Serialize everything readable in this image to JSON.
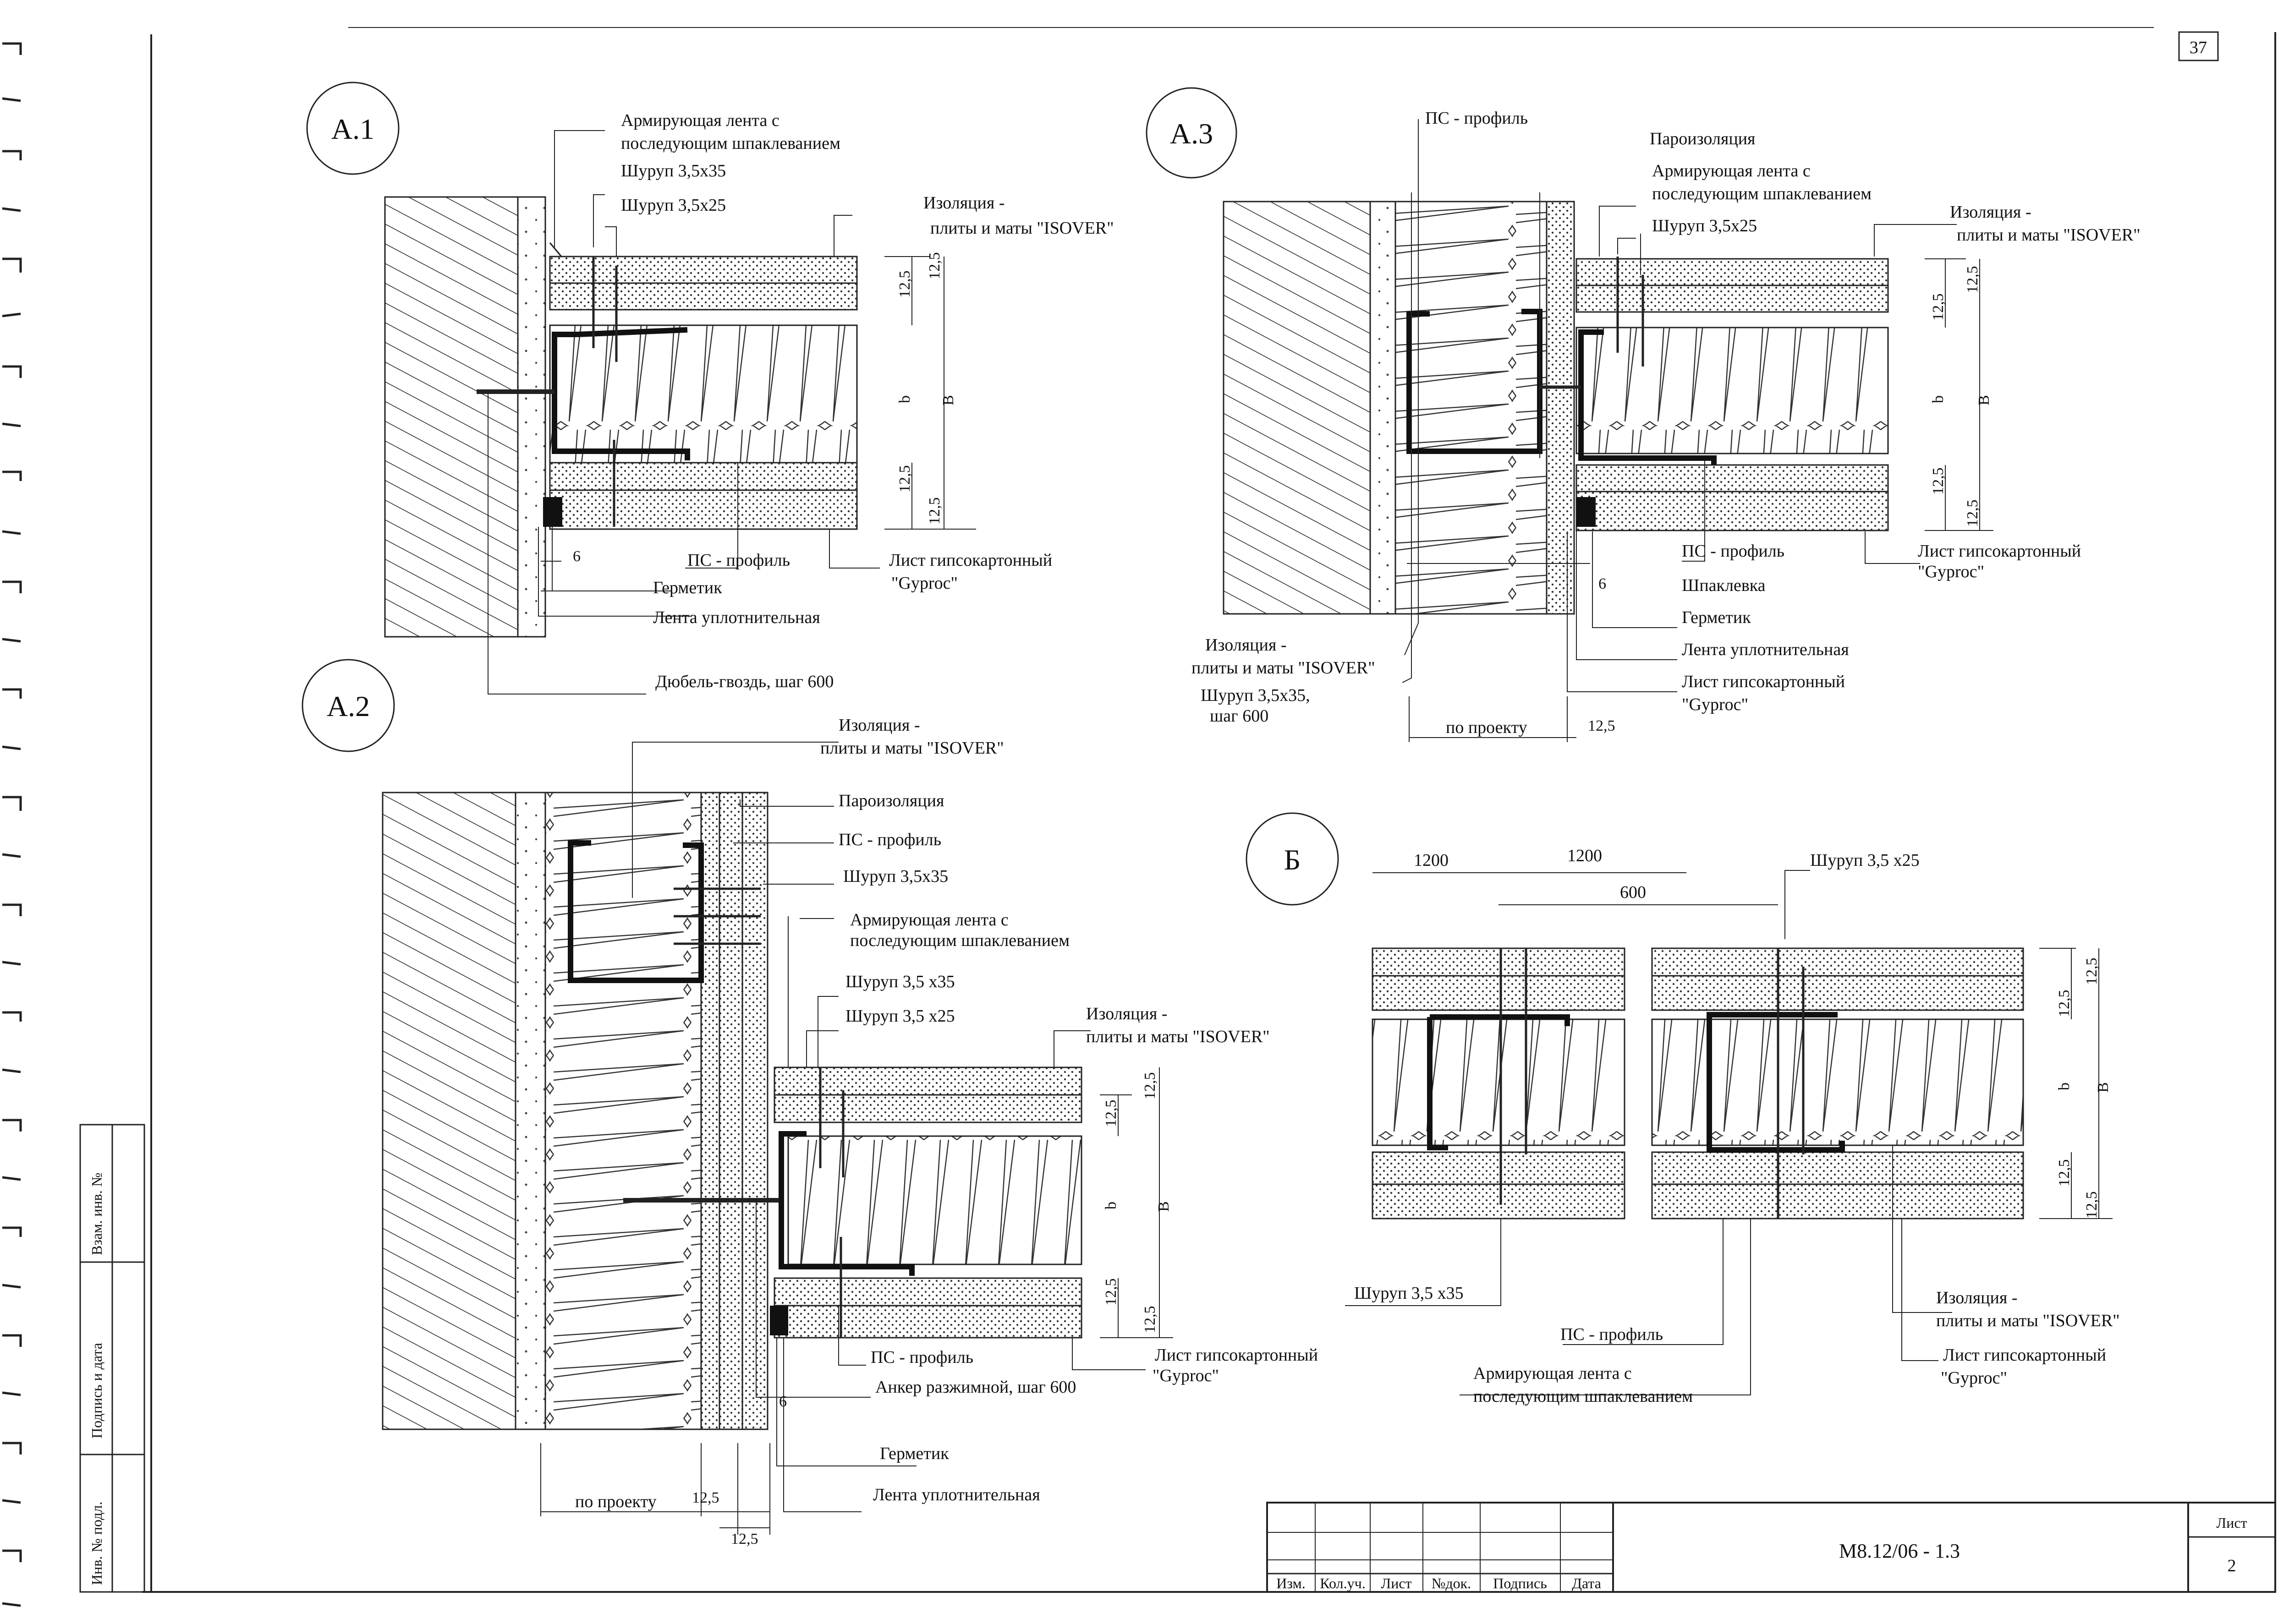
{
  "sheet": {
    "page_number": "37",
    "doc_code": "M8.12/06 - 1.3",
    "sheet_label": "Лист",
    "sheet_number": "2"
  },
  "title_block": {
    "headers": [
      "Изм.",
      "Кол.уч.",
      "Лист",
      "№док.",
      "Подпись",
      "Дата"
    ]
  },
  "side_stamp": {
    "inv_podl": "Инв. № подл.",
    "podpis_data": "Подпись и дата",
    "vzam_inv": "Взам. инв. №"
  },
  "details": {
    "a1": {
      "mark": "А.1",
      "armir_1": "Армирующая лента с",
      "armir_2": "последующим шпаклеванием",
      "screw_35": "Шуруп 3,5х35",
      "screw_25": "Шуруп 3,5х25",
      "iso_1": "Изоляция -",
      "iso_2": "плиты и маты \"ISOVER\"",
      "ps": "ПС - профиль",
      "gkl_1": "Лист гипсокартонный",
      "gkl_2": "\"Gyproc\"",
      "germ": "Герметик",
      "lenta": "Лента уплотнительная",
      "dubel": "Дюбель-гвоздь, шаг 600",
      "d6": "6",
      "d125": "12,5",
      "db": "b",
      "dB": "B"
    },
    "a2": {
      "mark": "А.2",
      "iso_1": "Изоляция -",
      "iso_2": "плиты и маты \"ISOVER\"",
      "paro": "Пароизоляция",
      "ps": "ПС - профиль",
      "screw_35": "Шуруп 3,5х35",
      "armir_1": "Армирующая лента с",
      "armir_2": "последующим шпаклеванием",
      "screw_35b": "Шуруп 3,5 х35",
      "screw_25b": "Шуруп 3,5 х25",
      "ps2": "ПС - профиль",
      "gkl_1": "Лист гипсокартонный",
      "gkl_2": "\"Gyproc\"",
      "anker": "Анкер разжимной, шаг 600",
      "germ": "Герметик",
      "lenta": "Лента уплотнительная",
      "po_proektu": "по проекту",
      "d125": "12,5",
      "d6": "6",
      "db": "b",
      "dB": "B"
    },
    "a3": {
      "mark": "А.3",
      "ps_top": "ПС - профиль",
      "paro": "Пароизоляция",
      "armir_1": "Армирующая лента с",
      "armir_2": "последующим шпаклеванием",
      "screw_25": "Шуруп 3,5х25",
      "iso_1": "Изоляция -",
      "iso_2": "плиты и маты \"ISOVER\"",
      "ps": "ПС - профиль",
      "shpak": "Шпаклевка",
      "germ": "Герметик",
      "lenta": "Лента уплотнительная",
      "gkl_1": "Лист гипсокартонный",
      "gkl_2": "\"Gyproc\"",
      "iso_l1": "Изоляция -",
      "iso_l2": "плиты и маты \"ISOVER\"",
      "screw_l1": "Шуруп 3,5х35,",
      "screw_l2": "шаг 600",
      "po_proektu": "по проекту",
      "d125": "12,5",
      "d6": "6",
      "db": "b",
      "dB": "B"
    },
    "b": {
      "mark": "Б",
      "d1200a": "1200",
      "d1200b": "1200",
      "d600": "600",
      "screw_25": "Шуруп 3,5 х25",
      "screw_35": "Шуруп 3,5 х35",
      "ps": "ПС - профиль",
      "armir_1": "Армирующая лента с",
      "armir_2": "последующим шпаклеванием",
      "iso_1": "Изоляция -",
      "iso_2": "плиты и маты \"ISOVER\"",
      "gkl_1": "Лист гипсокартонный",
      "gkl_2": "\"Gyproc\"",
      "d125": "12,5",
      "db": "b",
      "dB": "B"
    }
  }
}
